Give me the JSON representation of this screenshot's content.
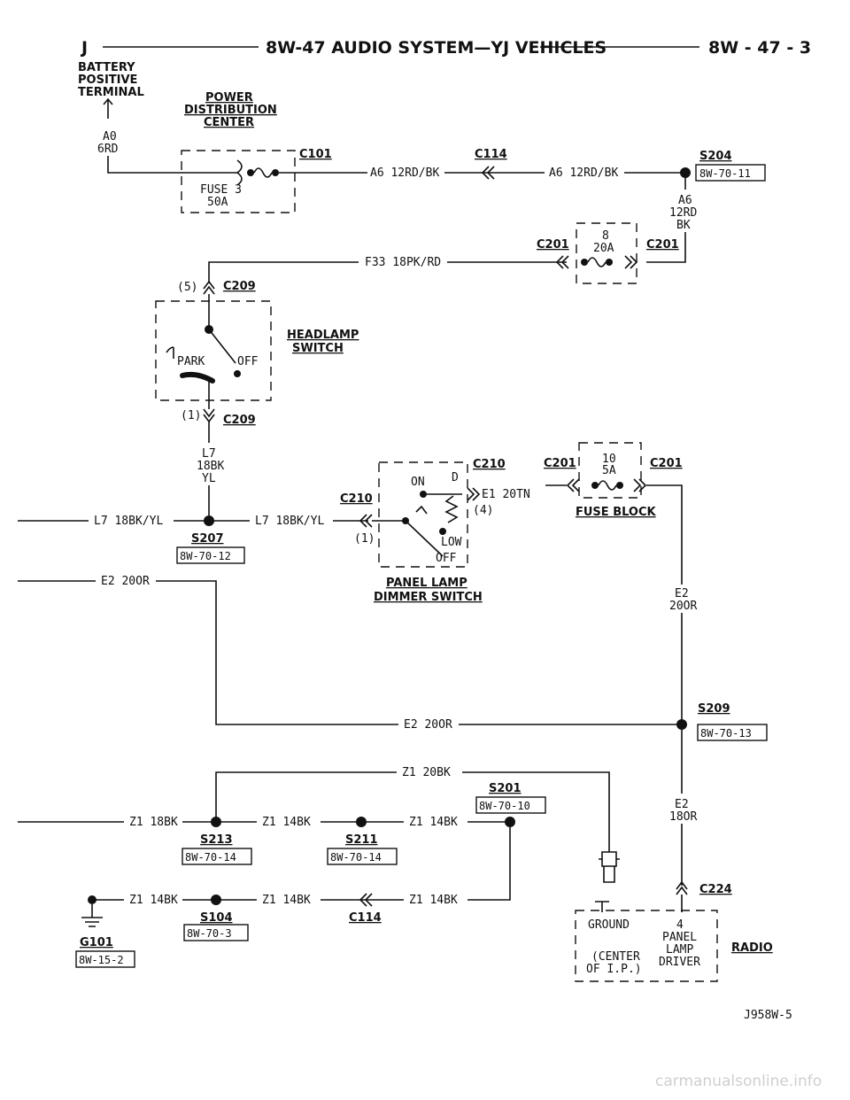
{
  "header": {
    "left": "J",
    "title": "8W-47 AUDIO SYSTEM—YJ VEHICLES",
    "page": "8W - 47 - 3"
  },
  "battery": {
    "l1": "BATTERY",
    "l2": "POSITIVE",
    "l3": "TERMINAL",
    "wire1": "A0",
    "wire2": "6RD"
  },
  "pdc": {
    "l1": "POWER",
    "l2": "DISTRIBUTION",
    "l3": "CENTER",
    "fuse1": "FUSE 3",
    "fuse2": "50A"
  },
  "connectors": {
    "c101": "C101",
    "c114": "C114",
    "c201": "C201",
    "c209": "C209",
    "c210": "C210",
    "c224": "C224",
    "g101": "G101"
  },
  "splices": {
    "s204": "S204",
    "s207": "S207",
    "s209": "S209",
    "s201": "S201",
    "s213": "S213",
    "s211": "S211",
    "s104": "S104"
  },
  "refs": {
    "r11": "8W-70-11",
    "r12": "8W-70-12",
    "r13": "8W-70-13",
    "r10": "8W-70-10",
    "r14": "8W-70-14",
    "r3": "8W-70-3",
    "r152": "8W-15-2"
  },
  "wires": {
    "a6": "A6 12RD/BK",
    "a6v1": "A6",
    "a6v2": "12RD",
    "a6v3": "BK",
    "f33": "F33 18PK/RD",
    "l7": "L7 18BK/YL",
    "l7v1": "L7",
    "l7v2": "18BK",
    "l7v3": "YL",
    "e1": "E1 20TN",
    "e2": "E2 20OR",
    "e2v1": "E2",
    "e2v2": "20OR",
    "e2b1": "E2",
    "e2b2": "18OR",
    "z1_20": "Z1 20BK",
    "z1_18": "Z1 18BK",
    "z1_14": "Z1 14BK"
  },
  "fuse8": {
    "num": "8",
    "amp": "20A"
  },
  "fuse10": {
    "num": "10",
    "amp": "5A",
    "label": "FUSE BLOCK"
  },
  "headlamp": {
    "l1": "HEADLAMP",
    "l2": "SWITCH",
    "park": "PARK",
    "off": "OFF",
    "pin5": "(5)",
    "pin1": "(1)"
  },
  "dimmer": {
    "l1": "PANEL LAMP",
    "l2": "DIMMER SWITCH",
    "on": "ON",
    "d": "D",
    "pin4": "(4)",
    "pin1": "(1)",
    "low": "LOW",
    "off": "OFF"
  },
  "radio": {
    "label": "RADIO",
    "ground": "GROUND",
    "center1": "(CENTER",
    "center2": "OF I.P.)",
    "pin4": "4",
    "p1": "PANEL",
    "p2": "LAMP",
    "p3": "DRIVER"
  },
  "figure_id": "J958W-5",
  "watermark": "carmanualsonline.info"
}
